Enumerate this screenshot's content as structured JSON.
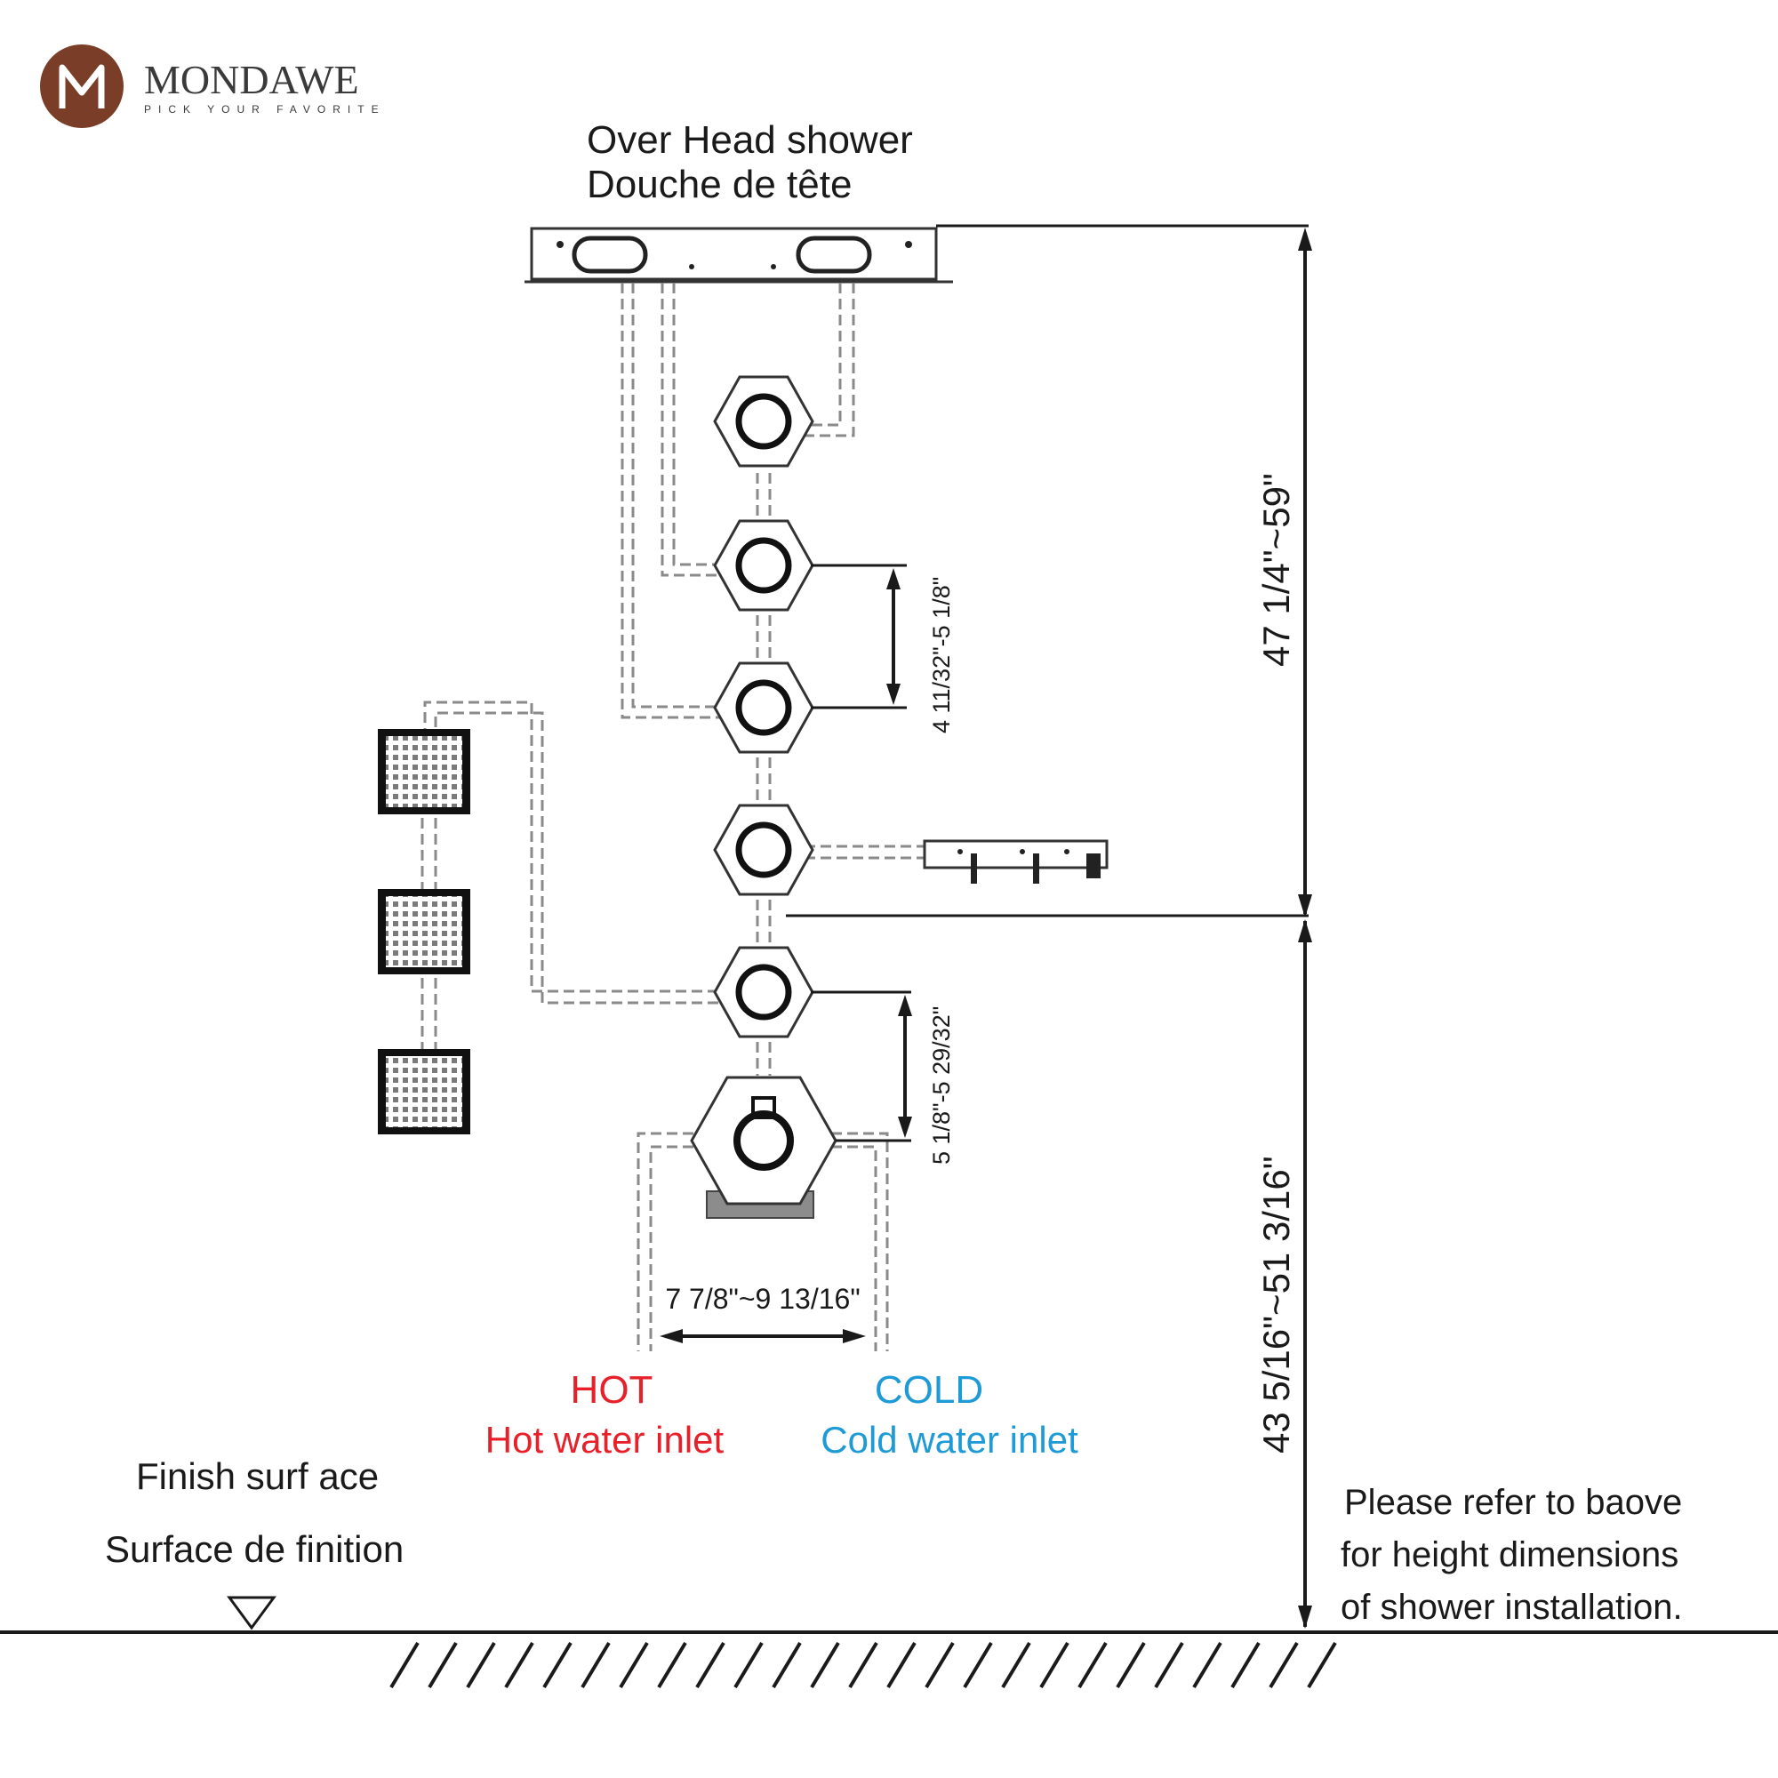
{
  "brand": {
    "name": "MONDAWE",
    "tagline": "PICK YOUR FAVORITE",
    "color": "#7a3e28"
  },
  "overhead": {
    "title_en": "Over Head shower",
    "title_fr": "Douche de tête"
  },
  "dimensions": {
    "overall_height": "47 1/4\"~59\"",
    "valve_height": "43 5/16\"~51 3/16\"",
    "upper_spacing": "4 11/32\"-5 1/8\"",
    "lower_spacing": "5 1/8\"-5 29/32\"",
    "inlet_spacing": "7 7/8\"~9 13/16\""
  },
  "inlets": {
    "hot_label": "HOT",
    "hot_desc": "Hot water inlet",
    "hot_color": "#e8202a",
    "cold_label": "COLD",
    "cold_desc": "Cold water inlet",
    "cold_color": "#1e9ad6"
  },
  "surface": {
    "line1": "Finish surf ace",
    "line2": "Surface de finition"
  },
  "note": {
    "line1": "Please refer to baove",
    "line2": "for height dimensions",
    "line3": "of shower installation."
  }
}
